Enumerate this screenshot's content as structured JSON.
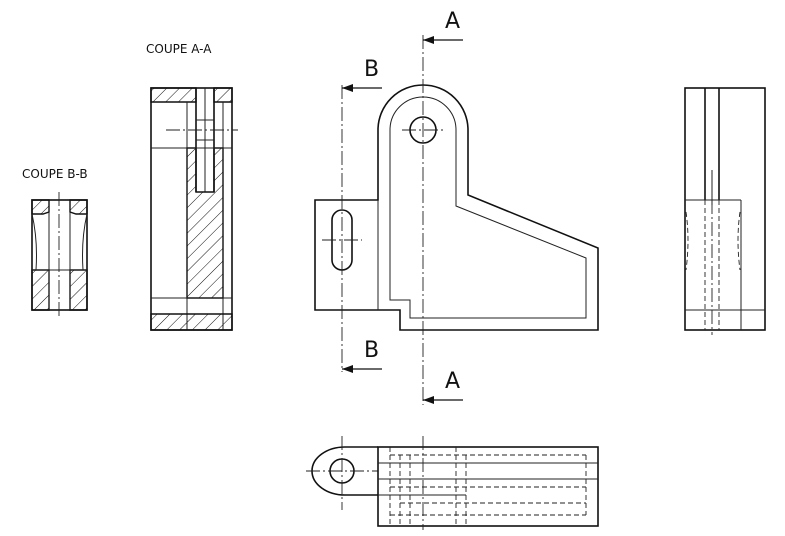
{
  "labels": {
    "coupe_aa": "COUPE A-A",
    "coupe_bb": "COUPE B-B",
    "section_a_top": "A",
    "section_a_bottom": "A",
    "section_b_top": "B",
    "section_b_bottom": "B"
  },
  "colors": {
    "line": "#111111",
    "background": "#ffffff"
  }
}
